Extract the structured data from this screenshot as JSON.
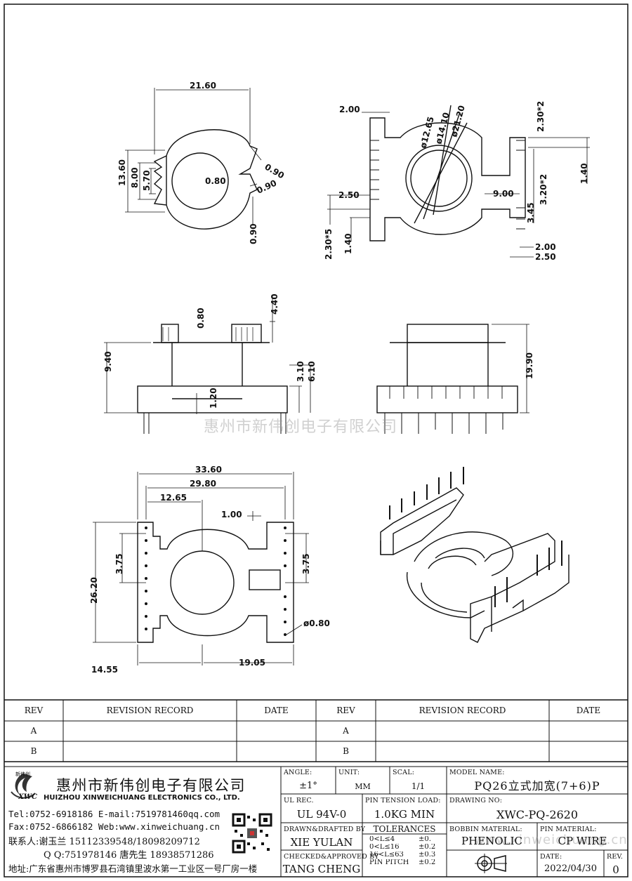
{
  "drawing": {
    "front_view_dims": [
      "21.60",
      "13.60",
      "8.00",
      "5.70",
      "0.80",
      "0.90",
      "0.90",
      "0.90"
    ],
    "top_view_dims": [
      "2.00",
      "ø12.65",
      "ø14.10",
      "ø21.20",
      "2.30*2",
      "1.40",
      "2.50",
      "9.00",
      "3.20*2",
      "3.45",
      "2.30*5",
      "1.40",
      "2.00",
      "2.50"
    ],
    "side_view_dims": [
      "0.80",
      "4.40",
      "9.40",
      "3.10",
      "6.10",
      "1.20"
    ],
    "end_view_dims": [
      "19.90"
    ],
    "bottom_view_dims": [
      "33.60",
      "29.80",
      "12.65",
      "1.00",
      "26.20",
      "3.75",
      "3.75",
      "ø0.80",
      "14.55",
      "19.05"
    ]
  },
  "watermarks": [
    "惠州市新伟创电子有限公司",
    "www.xinweichuang.cn"
  ],
  "revision_table": {
    "headers": [
      "REV",
      "REVISION RECORD",
      "DATE",
      "REV",
      "REVISION RECORD",
      "DATE"
    ],
    "rows": [
      [
        "A",
        "",
        "",
        "A",
        "",
        ""
      ],
      [
        "B",
        "",
        "",
        "B",
        "",
        ""
      ]
    ]
  },
  "company": {
    "logo_text": "新伟创",
    "logo_abbr": "XWC",
    "name_cn": "惠州市新伟创电子有限公司",
    "name_en": "HUIZHOU XINWEICHUANG ELECTRONICS CO., LTD.",
    "tel": "Tel:0752-6918186 E-mail:7519781460qq.com",
    "fax": "Fax:0752-6866182 Web:www.xinweichuang.cn",
    "contact": "联系人:谢玉兰 15112339548/18098209712",
    "qq": "Q Q:751978146    唐先生 18938571286",
    "address": "地址:广东省惠州市博罗县石湾镇里波水第一工业区一号厂房一楼"
  },
  "title_block": {
    "angle_label": "ANGLE:",
    "angle": "±1°",
    "unit_label": "UNIT:",
    "unit": "MM",
    "scale_label": "SCAL:",
    "scale": "1/1",
    "model_label": "MODEL NAME:",
    "model": "PQ26立式加宽(7+6)P",
    "ul_label": "UL REC.",
    "ul": "UL 94V-0",
    "pin_tension_label": "PIN TENSION LOAD:",
    "pin_tension": "1.0KG MIN",
    "drawing_no_label": "DRAWING NO:",
    "drawing_no": "XWC-PQ-2620",
    "drawn_label": "DRAWN&DRAFTED BY",
    "drawn": "XIE YULAN",
    "tolerances_label": "TOLERANCES",
    "tol_rows": [
      [
        "0<L≤4",
        "±0."
      ],
      [
        "0<L≤16",
        "±0.2"
      ],
      [
        "16<L≤63",
        "±0.3"
      ],
      [
        "PIN PITCH",
        "±0.2"
      ]
    ],
    "bobbin_label": "BOBBIN MATERIAL:",
    "bobbin": "PHENOLIC",
    "pin_material_label": "PIN MATERIAL:",
    "pin_material": "CP WIRE",
    "checked_label": "CHECKED&APPROVED BY",
    "checked": "TANG CHENG",
    "date_label": "DATE:",
    "date": "2022/04/30",
    "rev_label": "REV.",
    "rev": "0"
  }
}
